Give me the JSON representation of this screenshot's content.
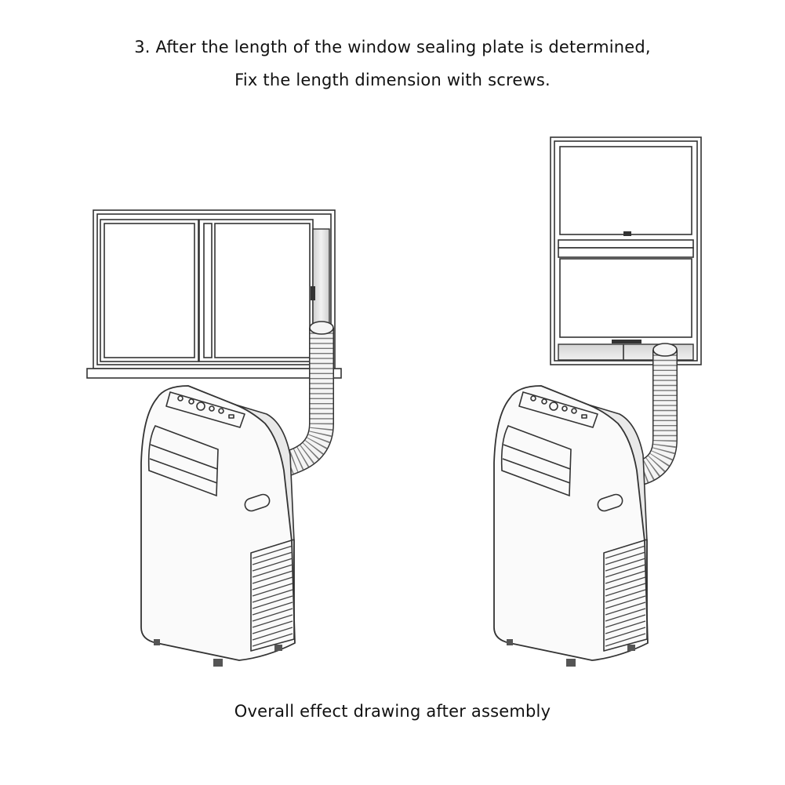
{
  "captions": {
    "step_line1": "3. After the length of the window sealing plate is determined,",
    "step_line2": "Fix the length dimension with screws.",
    "bottom": "Overall effect drawing after assembly"
  },
  "colors": {
    "background": "#ffffff",
    "line": "#333333",
    "plate_light": "#f2f2f2",
    "plate_dark": "#cfcfcf"
  }
}
